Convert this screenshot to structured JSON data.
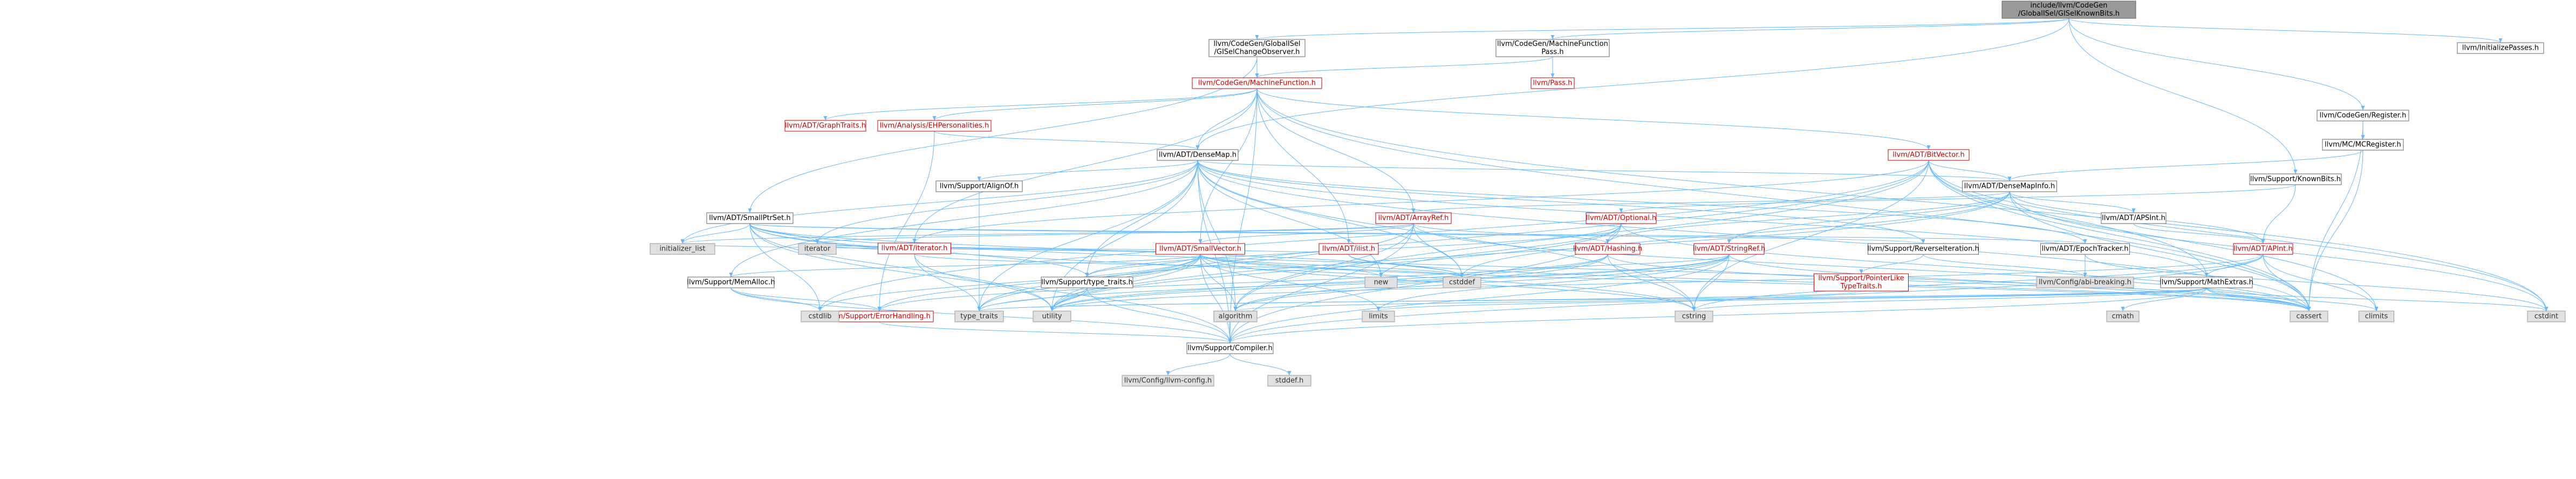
{
  "colors": {
    "root_fill": "#999999",
    "node_fill": "#ffffff",
    "node_stroke": "#666666",
    "red_text": "#cc0000",
    "system_fill": "#e0e0e0",
    "system_stroke": "#999999",
    "edge_color": "#63b8ff"
  },
  "nodes": [
    {
      "id": "root",
      "label": "include/llvm/CodeGen\n/GlobalISel/GISelKnownBits.h",
      "style": "root"
    },
    {
      "id": "GISelChangeObserver",
      "label": "llvm/CodeGen/GlobalISel\n/GISelChangeObserver.h",
      "style": "normal"
    },
    {
      "id": "MachineFunctionPass",
      "label": "llvm/CodeGen/MachineFunction\nPass.h",
      "style": "normal"
    },
    {
      "id": "InitializePasses",
      "label": "llvm/InitializePasses.h",
      "style": "normal"
    },
    {
      "id": "MachineFunction",
      "label": "llvm/CodeGen/MachineFunction.h",
      "style": "red"
    },
    {
      "id": "Pass",
      "label": "llvm/Pass.h",
      "style": "red"
    },
    {
      "id": "Register",
      "label": "llvm/CodeGen/Register.h",
      "style": "normal"
    },
    {
      "id": "MCRegister",
      "label": "llvm/MC/MCRegister.h",
      "style": "normal"
    },
    {
      "id": "KnownBits",
      "label": "llvm/Support/KnownBits.h",
      "style": "normal"
    },
    {
      "id": "GraphTraits",
      "label": "llvm/ADT/GraphTraits.h",
      "style": "red"
    },
    {
      "id": "EHPersonalities",
      "label": "llvm/Analysis/EHPersonalities.h",
      "style": "red"
    },
    {
      "id": "DenseMap",
      "label": "llvm/ADT/DenseMap.h",
      "style": "normal"
    },
    {
      "id": "BitVector",
      "label": "llvm/ADT/BitVector.h",
      "style": "red"
    },
    {
      "id": "AlignOf",
      "label": "llvm/Support/AlignOf.h",
      "style": "normal"
    },
    {
      "id": "DenseMapInfo",
      "label": "llvm/ADT/DenseMapInfo.h",
      "style": "normal"
    },
    {
      "id": "SmallPtrSet",
      "label": "llvm/ADT/SmallPtrSet.h",
      "style": "normal"
    },
    {
      "id": "ArrayRef",
      "label": "llvm/ADT/ArrayRef.h",
      "style": "red"
    },
    {
      "id": "Optional",
      "label": "llvm/ADT/Optional.h",
      "style": "red"
    },
    {
      "id": "APInt",
      "label": "llvm/ADT/APInt.h",
      "style": "red"
    },
    {
      "id": "APSInt",
      "label": "llvm/ADT/APSInt.h",
      "style": "normal"
    },
    {
      "id": "iterator",
      "label": "llvm/ADT/iterator.h",
      "style": "red"
    },
    {
      "id": "SmallVector",
      "label": "llvm/ADT/SmallVector.h",
      "style": "red"
    },
    {
      "id": "ilist",
      "label": "llvm/ADT/ilist.h",
      "style": "red"
    },
    {
      "id": "Hashing",
      "label": "llvm/ADT/Hashing.h",
      "style": "red"
    },
    {
      "id": "StringRef",
      "label": "llvm/ADT/StringRef.h",
      "style": "red"
    },
    {
      "id": "ReverseIteration",
      "label": "llvm/Support/ReverseIteration.h",
      "style": "normal"
    },
    {
      "id": "EpochTracker",
      "label": "llvm/ADT/EpochTracker.h",
      "style": "normal"
    },
    {
      "id": "MemAlloc",
      "label": "llvm/Support/MemAlloc.h",
      "style": "normal"
    },
    {
      "id": "type_traits_llvm",
      "label": "llvm/Support/type_traits.h",
      "style": "normal"
    },
    {
      "id": "PointerLikeTypeTraits",
      "label": "llvm/Support/PointerLike\nTypeTraits.h",
      "style": "red"
    },
    {
      "id": "abi_breaking",
      "label": "llvm/Config/abi-breaking.h",
      "style": "system"
    },
    {
      "id": "MathExtras",
      "label": "llvm/Support/MathExtras.h",
      "style": "normal"
    },
    {
      "id": "ErrorHandling",
      "label": "llvm/Support/ErrorHandling.h",
      "style": "red"
    },
    {
      "id": "Compiler",
      "label": "llvm/Support/Compiler.h",
      "style": "normal"
    },
    {
      "id": "llvm_config",
      "label": "llvm/Config/llvm-config.h",
      "style": "system"
    },
    {
      "id": "stddef",
      "label": "stddef.h",
      "style": "system"
    },
    {
      "id": "initializer_list",
      "label": "initializer_list",
      "style": "system"
    },
    {
      "id": "cstdlib",
      "label": "cstdlib",
      "style": "system"
    },
    {
      "id": "iterator_std",
      "label": "iterator",
      "style": "system"
    },
    {
      "id": "new",
      "label": "new",
      "style": "system"
    },
    {
      "id": "cstddef",
      "label": "cstddef",
      "style": "system"
    },
    {
      "id": "type_traits",
      "label": "type_traits",
      "style": "system"
    },
    {
      "id": "utility",
      "label": "utility",
      "style": "system"
    },
    {
      "id": "algorithm",
      "label": "algorithm",
      "style": "system"
    },
    {
      "id": "limits",
      "label": "limits",
      "style": "system"
    },
    {
      "id": "cstring",
      "label": "cstring",
      "style": "system"
    },
    {
      "id": "cmath",
      "label": "cmath",
      "style": "system"
    },
    {
      "id": "cassert",
      "label": "cassert",
      "style": "system"
    },
    {
      "id": "climits",
      "label": "climits",
      "style": "system"
    },
    {
      "id": "cstdint",
      "label": "cstdint",
      "style": "system"
    }
  ],
  "edges": [
    [
      "root",
      "GISelChangeObserver"
    ],
    [
      "root",
      "MachineFunctionPass"
    ],
    [
      "root",
      "InitializePasses"
    ],
    [
      "root",
      "Register"
    ],
    [
      "root",
      "KnownBits"
    ],
    [
      "root",
      "DenseMap"
    ],
    [
      "GISelChangeObserver",
      "MachineFunction"
    ],
    [
      "GISelChangeObserver",
      "SmallPtrSet"
    ],
    [
      "MachineFunctionPass",
      "MachineFunction"
    ],
    [
      "MachineFunctionPass",
      "Pass"
    ],
    [
      "MachineFunction",
      "GraphTraits"
    ],
    [
      "MachineFunction",
      "EHPersonalities"
    ],
    [
      "MachineFunction",
      "DenseMap"
    ],
    [
      "MachineFunction",
      "BitVector"
    ],
    [
      "MachineFunction",
      "ArrayRef"
    ],
    [
      "MachineFunction",
      "ilist"
    ],
    [
      "MachineFunction",
      "SmallVector"
    ],
    [
      "MachineFunction",
      "Compiler"
    ],
    [
      "MachineFunction",
      "cstdint"
    ],
    [
      "MachineFunction",
      "cassert"
    ],
    [
      "MachineFunction",
      "iterator"
    ],
    [
      "EHPersonalities",
      "DenseMap"
    ],
    [
      "EHPersonalities",
      "ErrorHandling"
    ],
    [
      "Register",
      "MCRegister"
    ],
    [
      "Register",
      "cassert"
    ],
    [
      "MCRegister",
      "DenseMapInfo"
    ],
    [
      "MCRegister",
      "cassert"
    ],
    [
      "KnownBits",
      "APInt"
    ],
    [
      "KnownBits",
      "Optional"
    ],
    [
      "DenseMap",
      "DenseMapInfo"
    ],
    [
      "DenseMap",
      "EpochTracker"
    ],
    [
      "DenseMap",
      "AlignOf"
    ],
    [
      "DenseMap",
      "Compiler"
    ],
    [
      "DenseMap",
      "MathExtras"
    ],
    [
      "DenseMap",
      "MemAlloc"
    ],
    [
      "DenseMap",
      "ReverseIteration"
    ],
    [
      "DenseMap",
      "type_traits_llvm"
    ],
    [
      "DenseMap",
      "algorithm"
    ],
    [
      "DenseMap",
      "cassert"
    ],
    [
      "DenseMap",
      "cstddef"
    ],
    [
      "DenseMap",
      "cstring"
    ],
    [
      "DenseMap",
      "initializer_list"
    ],
    [
      "DenseMap",
      "iterator_std"
    ],
    [
      "DenseMap",
      "new"
    ],
    [
      "DenseMap",
      "type_traits"
    ],
    [
      "DenseMap",
      "utility"
    ],
    [
      "BitVector",
      "DenseMapInfo"
    ],
    [
      "BitVector",
      "iterator"
    ],
    [
      "BitVector",
      "MathExtras"
    ],
    [
      "BitVector",
      "algorithm"
    ],
    [
      "BitVector",
      "cassert"
    ],
    [
      "BitVector",
      "climits"
    ],
    [
      "BitVector",
      "cstdint"
    ],
    [
      "BitVector",
      "cstdlib"
    ],
    [
      "BitVector",
      "cstring"
    ],
    [
      "BitVector",
      "utility"
    ],
    [
      "AlignOf",
      "type_traits"
    ],
    [
      "DenseMapInfo",
      "APInt"
    ],
    [
      "DenseMapInfo",
      "APSInt"
    ],
    [
      "DenseMapInfo",
      "ArrayRef"
    ],
    [
      "DenseMapInfo",
      "Hashing"
    ],
    [
      "DenseMapInfo",
      "StringRef"
    ],
    [
      "DenseMapInfo",
      "cassert"
    ],
    [
      "DenseMapInfo",
      "cstddef"
    ],
    [
      "DenseMapInfo",
      "cstdint"
    ],
    [
      "DenseMapInfo",
      "utility"
    ],
    [
      "APSInt",
      "APInt"
    ],
    [
      "APInt",
      "Compiler"
    ],
    [
      "APInt",
      "MathExtras"
    ],
    [
      "APInt",
      "cassert"
    ],
    [
      "APInt",
      "climits"
    ],
    [
      "APInt",
      "cstring"
    ],
    [
      "APInt",
      "utility"
    ],
    [
      "SmallPtrSet",
      "EpochTracker"
    ],
    [
      "SmallPtrSet",
      "Compiler"
    ],
    [
      "SmallPtrSet",
      "ReverseIteration"
    ],
    [
      "SmallPtrSet",
      "type_traits_llvm"
    ],
    [
      "SmallPtrSet",
      "cassert"
    ],
    [
      "SmallPtrSet",
      "cstddef"
    ],
    [
      "SmallPtrSet",
      "cstdlib"
    ],
    [
      "SmallPtrSet",
      "cstring"
    ],
    [
      "SmallPtrSet",
      "initializer_list"
    ],
    [
      "SmallPtrSet",
      "iterator_std"
    ],
    [
      "SmallPtrSet",
      "utility"
    ],
    [
      "ArrayRef",
      "Hashing"
    ],
    [
      "ArrayRef",
      "SmallVector"
    ],
    [
      "ArrayRef",
      "STLExtras"
    ],
    [
      "ArrayRef",
      "Compiler"
    ],
    [
      "ArrayRef",
      "algorithm"
    ],
    [
      "ArrayRef",
      "cassert"
    ],
    [
      "ArrayRef",
      "cstddef"
    ],
    [
      "ArrayRef",
      "initializer_list"
    ],
    [
      "ArrayRef",
      "iterator_std"
    ],
    [
      "ArrayRef",
      "memory"
    ],
    [
      "ArrayRef",
      "type_traits"
    ],
    [
      "ArrayRef",
      "vector"
    ],
    [
      "Optional",
      "Hashing"
    ],
    [
      "Optional",
      "Compiler"
    ],
    [
      "Optional",
      "type_traits_llvm"
    ],
    [
      "Optional",
      "cassert"
    ],
    [
      "Optional",
      "new"
    ],
    [
      "Optional",
      "utility"
    ],
    [
      "iterator",
      "iterator_std"
    ],
    [
      "iterator",
      "cstddef"
    ],
    [
      "iterator",
      "type_traits"
    ],
    [
      "iterator",
      "utility"
    ],
    [
      "SmallVector",
      "Compiler"
    ],
    [
      "SmallVector",
      "ErrorHandling"
    ],
    [
      "SmallVector",
      "MemAlloc"
    ],
    [
      "SmallVector",
      "type_traits_llvm"
    ],
    [
      "SmallVector",
      "algorithm"
    ],
    [
      "SmallVector",
      "cassert"
    ],
    [
      "SmallVector",
      "cstddef"
    ],
    [
      "SmallVector",
      "cstdlib"
    ],
    [
      "SmallVector",
      "cstring"
    ],
    [
      "SmallVector",
      "functional"
    ],
    [
      "SmallVector",
      "initializer_list"
    ],
    [
      "SmallVector",
      "iterator_std"
    ],
    [
      "SmallVector",
      "limits"
    ],
    [
      "SmallVector",
      "memory"
    ],
    [
      "SmallVector",
      "new"
    ],
    [
      "SmallVector",
      "type_traits"
    ],
    [
      "SmallVector",
      "utility"
    ],
    [
      "ilist",
      "cassert"
    ],
    [
      "ilist",
      "cstddef"
    ],
    [
      "ilist",
      "iterator_std"
    ],
    [
      "Hashing",
      "ErrorHandling"
    ],
    [
      "Hashing",
      "algorithm"
    ],
    [
      "Hashing",
      "cassert"
    ],
    [
      "Hashing",
      "cstring"
    ],
    [
      "Hashing",
      "string"
    ],
    [
      "Hashing",
      "tuple"
    ],
    [
      "Hashing",
      "utility"
    ],
    [
      "StringRef",
      "Compiler"
    ],
    [
      "StringRef",
      "algorithm"
    ],
    [
      "StringRef",
      "cassert"
    ],
    [
      "StringRef",
      "cstddef"
    ],
    [
      "StringRef",
      "cstring"
    ],
    [
      "StringRef",
      "limits"
    ],
    [
      "StringRef",
      "type_traits"
    ],
    [
      "StringRef",
      "utility"
    ],
    [
      "ReverseIteration",
      "PointerLikeTypeTraits"
    ],
    [
      "ReverseIteration",
      "abi_breaking"
    ],
    [
      "EpochTracker",
      "abi_breaking"
    ],
    [
      "EpochTracker",
      "cstdint"
    ],
    [
      "MemAlloc",
      "Compiler"
    ],
    [
      "MemAlloc",
      "ErrorHandling"
    ],
    [
      "MemAlloc",
      "cstdlib"
    ],
    [
      "type_traits_llvm",
      "Compiler"
    ],
    [
      "type_traits_llvm",
      "type_traits"
    ],
    [
      "type_traits_llvm",
      "utility"
    ],
    [
      "PointerLikeTypeTraits",
      "type_traits"
    ],
    [
      "MathExtras",
      "Compiler"
    ],
    [
      "MathExtras",
      "cassert"
    ],
    [
      "MathExtras",
      "climits"
    ],
    [
      "MathExtras",
      "cmath"
    ],
    [
      "MathExtras",
      "cstdint"
    ],
    [
      "MathExtras",
      "cstring"
    ],
    [
      "MathExtras",
      "limits"
    ],
    [
      "MathExtras",
      "type_traits"
    ],
    [
      "MathExtras",
      "algorithm"
    ],
    [
      "ErrorHandling",
      "Compiler"
    ],
    [
      "Compiler",
      "llvm_config"
    ],
    [
      "Compiler",
      "stddef"
    ]
  ]
}
